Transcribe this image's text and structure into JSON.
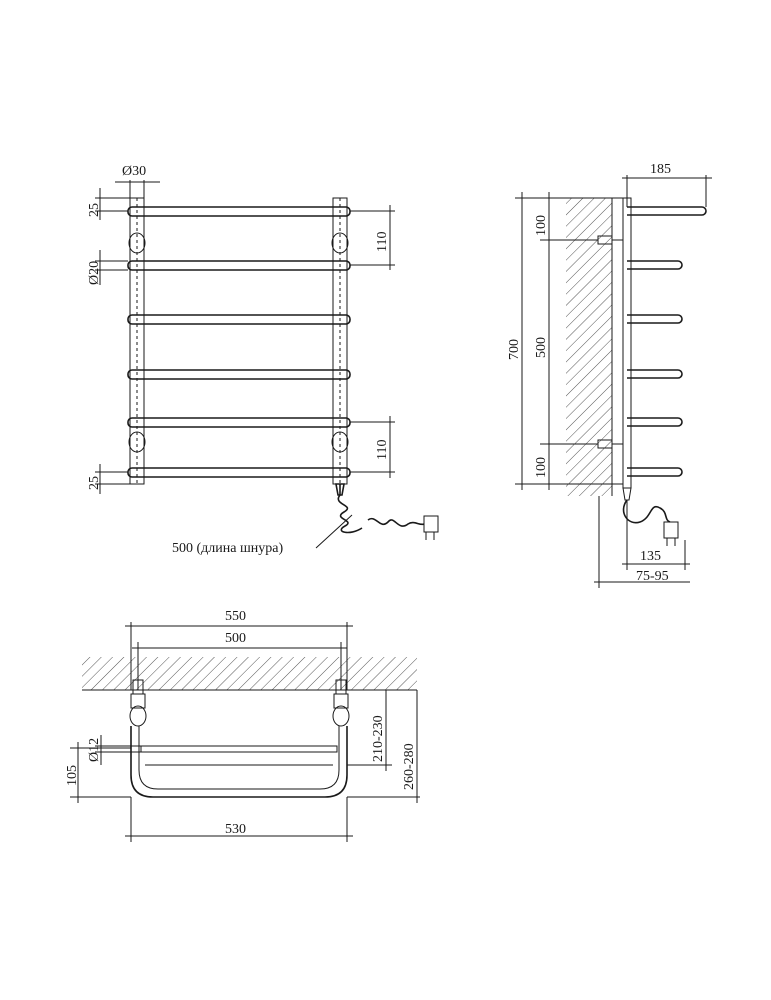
{
  "front_view": {
    "dim_tube_diameter": "Ø30",
    "dim_rail_diameter": "Ø20",
    "dim_top_offset": "25",
    "dim_bottom_offset": "25",
    "dim_top_spacing": "110",
    "dim_bottom_spacing": "110",
    "cord_note": "500 (длина шнура)"
  },
  "side_view": {
    "dim_depth": "185",
    "dim_height": "700",
    "dim_top_mount": "100",
    "dim_mount_spacing": "500",
    "dim_bottom_mount": "100",
    "dim_plug_offset": "135",
    "dim_wall_gap": "75-95"
  },
  "top_view": {
    "dim_outer_width": "550",
    "dim_mount_width": "500",
    "dim_bottom_width": "530",
    "dim_shelf_rail_diameter": "Ø12",
    "dim_shelf_height": "105",
    "dim_depth_inner": "210-230",
    "dim_depth_outer": "260-280"
  },
  "colors": {
    "line": "#1a1a1a",
    "background": "#ffffff"
  }
}
